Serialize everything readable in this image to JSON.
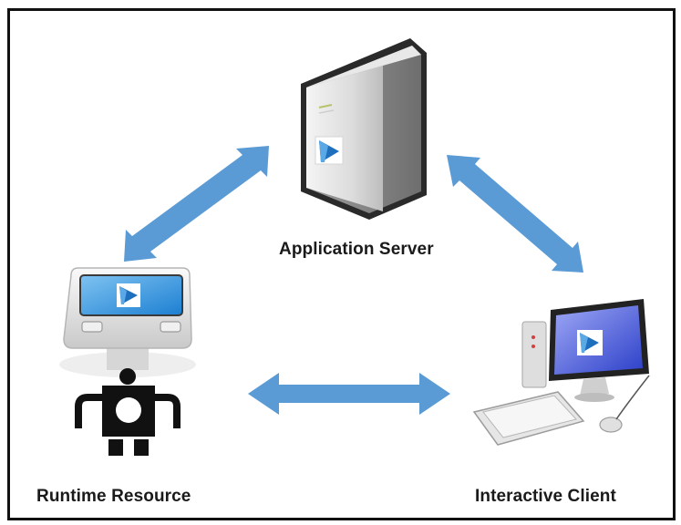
{
  "nodes": {
    "server": {
      "label": "Application Server",
      "icon": "tower-server-icon"
    },
    "runtime": {
      "label": "Runtime Resource",
      "icon": "robot-monitor-icon"
    },
    "client": {
      "label": "Interactive Client",
      "icon": "desktop-computer-icon"
    }
  },
  "edges": [
    {
      "from": "server",
      "to": "runtime",
      "style": "bidirectional"
    },
    {
      "from": "server",
      "to": "client",
      "style": "bidirectional"
    },
    {
      "from": "runtime",
      "to": "client",
      "style": "bidirectional"
    }
  ],
  "colors": {
    "arrow": "#5b9bd5",
    "logo": "#1f6fbf",
    "border": "#111111"
  }
}
